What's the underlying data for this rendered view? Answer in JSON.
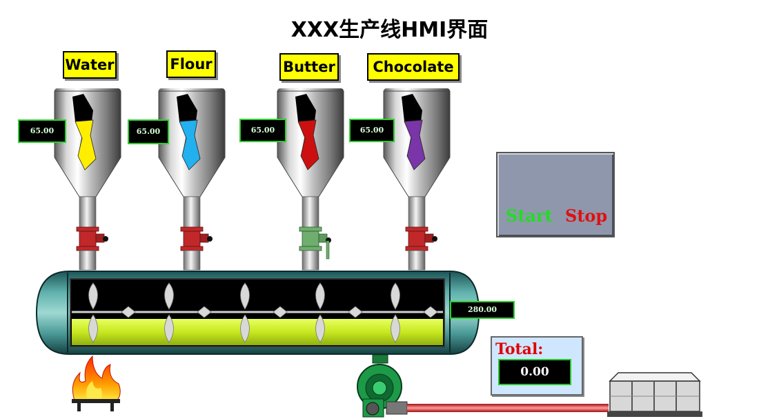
{
  "title": "XXX生产线HMI界面",
  "hoppers": [
    {
      "label": "Water",
      "reading": "65.00",
      "color": "#ffee00",
      "valve": "red"
    },
    {
      "label": "Flour",
      "reading": "65.00",
      "color": "#22b0ee",
      "valve": "red"
    },
    {
      "label": "Butter",
      "reading": "65.00",
      "color": "#cc1010",
      "valve": "green"
    },
    {
      "label": "Chocolate",
      "reading": "65.00",
      "color": "#7a35a8",
      "valve": "red"
    }
  ],
  "tank": {
    "reading": "280.00",
    "fill_color": "#c8e820"
  },
  "switch_panel": {
    "start_label": "Start",
    "stop_label": "Stop"
  },
  "total": {
    "label": "Total:",
    "value": "0.00"
  },
  "colors": {
    "valve_red": "#c0282a",
    "valve_green": "#6fae6f",
    "tank_body": "#3d8a8a",
    "pipe_red": "#e84040"
  }
}
